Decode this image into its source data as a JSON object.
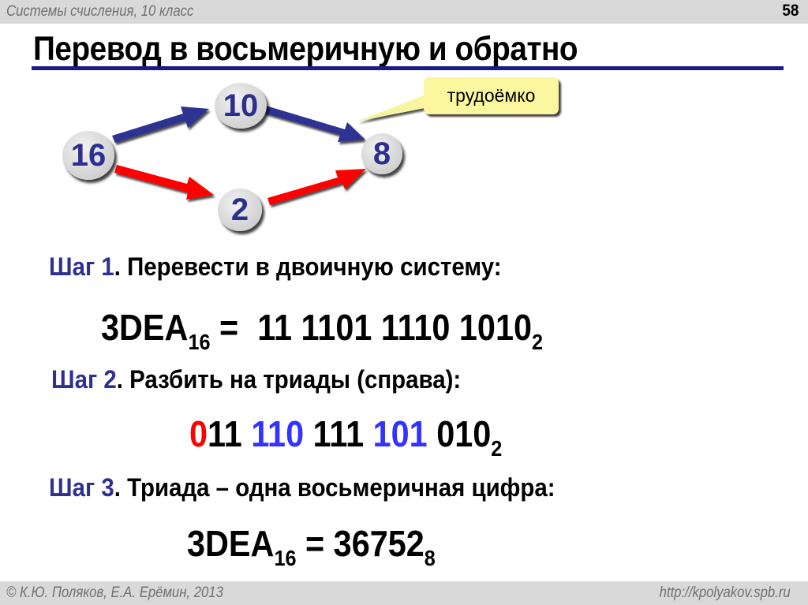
{
  "header": {
    "subject": "Системы счисления, 10 класс",
    "slide_number": "58"
  },
  "title": "Перевод в восьмеричную и обратно",
  "diagram": {
    "nodes": [
      {
        "id": "n16",
        "label": "16"
      },
      {
        "id": "n10",
        "label": "10"
      },
      {
        "id": "n8",
        "label": "8"
      },
      {
        "id": "n2",
        "label": "2"
      }
    ],
    "arrows": [
      {
        "from": "16",
        "to": "10",
        "color": "#2e3192"
      },
      {
        "from": "10",
        "to": "8",
        "color": "#2e3192"
      },
      {
        "from": "16",
        "to": "2",
        "color": "#ff0000"
      },
      {
        "from": "2",
        "to": "8",
        "color": "#ff0000"
      }
    ],
    "callout": "трудоёмко",
    "colors": {
      "blue_path": "#2e3192",
      "red_path": "#ff0000",
      "callout_bg": "#fbf79e"
    }
  },
  "steps": [
    {
      "label": "Шаг 1",
      "text": ". Перевести в двоичную систему:"
    },
    {
      "label": "Шаг 2",
      "text": ". Разбить на триады (справа):"
    },
    {
      "label": "Шаг 3",
      "text": ". Триада – одна восьмеричная цифра:"
    }
  ],
  "equations": {
    "eq1": {
      "lhs": "3DEA",
      "lhs_base": "16",
      "op": " = ",
      "rhs": "11 1101 1110 1010",
      "rhs_base": "2"
    },
    "eq2": {
      "groups": [
        {
          "text": "0",
          "color": "red"
        },
        {
          "text": "11 ",
          "color": "black"
        },
        {
          "text": "110 ",
          "color": "blue"
        },
        {
          "text": "111 ",
          "color": "black"
        },
        {
          "text": "101 ",
          "color": "blue"
        },
        {
          "text": "010",
          "color": "black"
        }
      ],
      "base": "2"
    },
    "eq3": {
      "lhs": "3DEA",
      "lhs_base": "16",
      "op": " = ",
      "rhs": "36752",
      "rhs_base": "8"
    }
  },
  "footer": {
    "authors": "© К.Ю. Поляков, Е.А. Ерёмин, 2013",
    "url": "http://kpolyakov.spb.ru"
  }
}
